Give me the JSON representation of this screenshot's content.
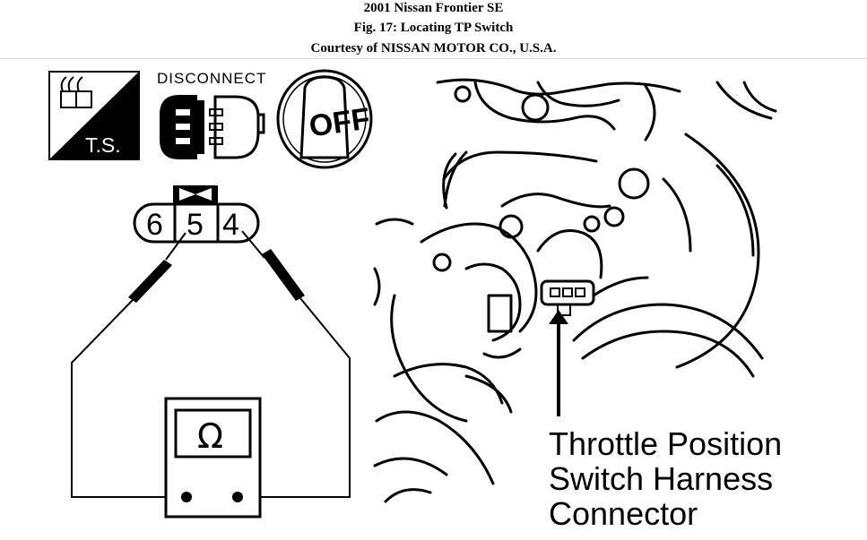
{
  "header": {
    "line1": "2001 Nissan Frontier SE",
    "line2": "Fig. 17: Locating TP Switch",
    "line3": "Courtesy of NISSAN MOTOR CO., U.S.A."
  },
  "icons": {
    "ts_label": "T.S.",
    "disconnect_label": "DISCONNECT",
    "ignition_label": "OFF"
  },
  "connector": {
    "pin_left": "6",
    "pin_middle": "5",
    "pin_right": "4"
  },
  "meter": {
    "symbol": "Ω"
  },
  "callout": {
    "line1": "Throttle Position",
    "line2": "Switch Harness",
    "line3": "Connector"
  }
}
